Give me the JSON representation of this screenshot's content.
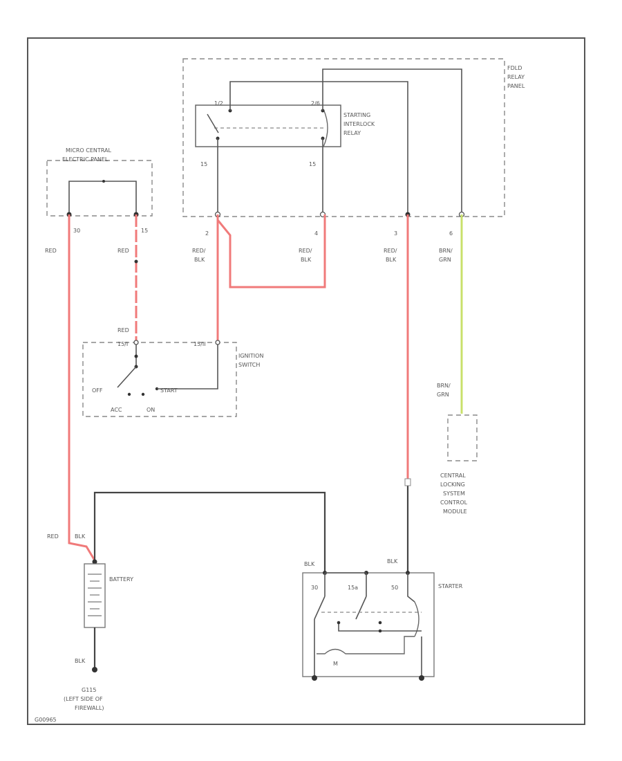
{
  "relay_panel": {
    "label_l1": "FDLD",
    "label_l2": "RELAY",
    "label_l3": "PANEL"
  },
  "central_panel": {
    "label_l1": "MICRO CENTRAL",
    "label_l2": "ELECTRIC PANEL",
    "term_left": "30",
    "term_right": "15"
  },
  "interlock_relay": {
    "label_l1": "STARTING",
    "label_l2": "INTERLOCK",
    "label_l3": "RELAY",
    "term_a": "1/2",
    "term_b": "2/6",
    "pin_left": "15",
    "pin_right": "15"
  },
  "connector_pins": {
    "p2": "2",
    "p4": "4",
    "p3": "3",
    "p6": "6"
  },
  "ignition_switch": {
    "label_l1": "IGNITION",
    "label_l2": "SWITCH",
    "term_left": "15/I",
    "term_right": "15/II",
    "off": "OFF",
    "start": "START",
    "acc": "ACC",
    "on": "ON"
  },
  "wires": {
    "red": "RED",
    "red_blk_l1": "RED/",
    "red_blk_l2": "BLK",
    "brn_grn_l1": "BRN/",
    "brn_grn_l2": "GRN",
    "blk": "BLK"
  },
  "battery": {
    "label": "BATTERY"
  },
  "ground": {
    "label_l1": "G115",
    "label_l2": "(LEFT SIDE OF",
    "label_l3": "FIREWALL)"
  },
  "starter": {
    "label": "STARTER",
    "term_30": "30",
    "term_15a": "15a",
    "term_50": "50",
    "motor": "M"
  },
  "module": {
    "label_l1": "CENTRAL",
    "label_l2": "LOCKING",
    "label_l3": "SYSTEM",
    "label_l4": "CONTROL",
    "label_l5": "MODULE"
  },
  "figure_id": "G00965"
}
